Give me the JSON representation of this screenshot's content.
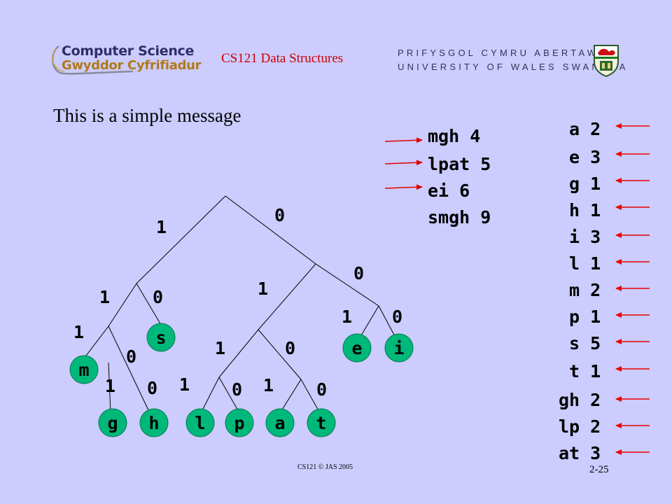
{
  "header": {
    "logo_line1": "Computer Science",
    "logo_line2": "Gwyddor Cyfrifiadur",
    "course_title": "CS121 Data Structures",
    "university_welsh": "PRIFYSGOL CYMRU ABERTAWE",
    "university_english": "UNIVERSITY OF WALES SWANSEA",
    "crest_icon": "university-crest-icon"
  },
  "slide": {
    "heading": "This is a simple message",
    "footer_copyright": "CS121 © JAS 2005",
    "page_number": "2-25"
  },
  "merges": [
    "mgh 4",
    "lpat 5",
    "ei 6",
    "smgh 9"
  ],
  "frequencies": [
    "a 2",
    "e 3",
    "g 1",
    "h 1",
    "i 3",
    "l 1",
    "m 2",
    "p 1",
    "s 5",
    "t 1",
    "gh 2",
    "lp 2",
    "at 3"
  ],
  "tree": {
    "leaves": [
      "s",
      "m",
      "g",
      "h",
      "l",
      "p",
      "a",
      "t",
      "e",
      "i"
    ],
    "edge_labels": [
      "1",
      "0",
      "1",
      "0",
      "1",
      "0",
      "1",
      "0",
      "1",
      "0",
      "1",
      "0",
      "1",
      "0",
      "1",
      "0",
      "1",
      "0"
    ]
  },
  "colors": {
    "background": "#ccccff",
    "leaf_fill": "#00b87a",
    "arrow": "#e60000",
    "course_title": "#cc0000"
  }
}
